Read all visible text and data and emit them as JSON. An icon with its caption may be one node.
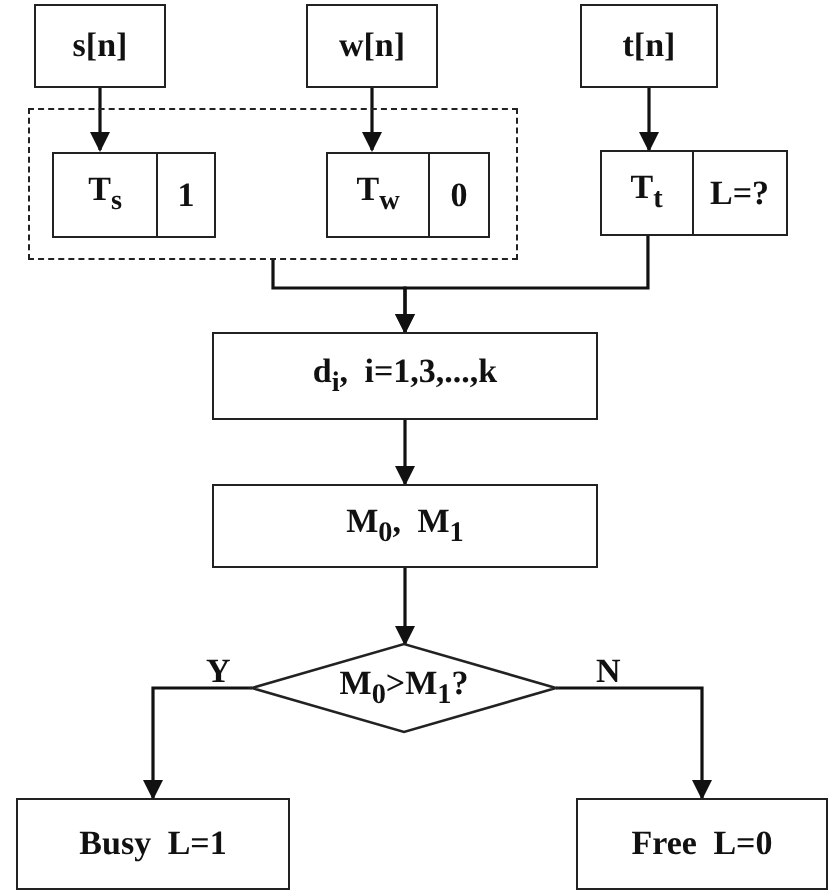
{
  "diagram": {
    "nodes": [
      {
        "text": [
          "s[n]"
        ]
      },
      {
        "text": [
          "w[n]"
        ]
      },
      {
        "text": [
          "t[n]"
        ]
      },
      {
        "text": [],
        "shape": "box"
      },
      {
        "text": [
          "T$_{s}$",
          "1"
        ],
        "in": 3
      },
      {
        "text": [
          "T$_{w}$",
          "0"
        ],
        "in": 3
      },
      {
        "text": [
          "T$_{t}$",
          "L=?"
        ]
      },
      {
        "text": [
          "d$_{i}$, i=1,3,...,k"
        ]
      },
      {
        "text": [
          "M$_{0}$, M$_{1}$"
        ]
      },
      {
        "text": [
          "M$_{0}$>M$_{1}$?"
        ]
      },
      {
        "text": [
          "Busy L=1"
        ]
      },
      {
        "text": [
          "Free L=0"
        ]
      }
    ],
    "edges": [
      {
        "from": 0,
        "to": 4,
        "arrow": "to"
      },
      {
        "from": 1,
        "to": 5,
        "arrow": "to"
      },
      {
        "from": 2,
        "to": 6,
        "arrow": "to"
      },
      {
        "from": 3,
        "to": 7,
        "arrow": "to"
      },
      {
        "from": 6,
        "to": 7,
        "arrow": "to"
      },
      {
        "from": 7,
        "to": 8,
        "arrow": "to"
      },
      {
        "from": 8,
        "to": 9,
        "arrow": "to"
      },
      {
        "from": 9,
        "to": 10,
        "label": "Y",
        "arrow": "to"
      },
      {
        "from": 9,
        "to": 11,
        "label": "N",
        "arrow": "to"
      }
    ]
  }
}
